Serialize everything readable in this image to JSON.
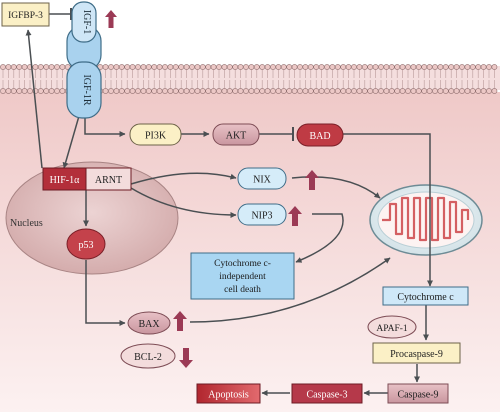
{
  "nodes": {
    "igfbp3": "IGFBP-3",
    "igf1": "IGF-1",
    "igf1r": "IGF-1R",
    "pi3k": "PI3K",
    "akt": "AKT",
    "bad": "BAD",
    "hif1a": "HIF-1α",
    "arnt": "ARNT",
    "nucleus": "Nucleus",
    "p53": "p53",
    "nix": "NIX",
    "nip3": "NIP3",
    "cyto_death_line1": "Cytochrome c-",
    "cyto_death_line2": "independent",
    "cyto_death_line3": "cell death",
    "bax": "BAX",
    "bcl2": "BCL-2",
    "cytochrome_c": "Cytochrome c",
    "apaf1": "APAF-1",
    "procaspase9": "Procaspase-9",
    "caspase9": "Caspase-9",
    "caspase3": "Caspase-3",
    "apoptosis": "Apoptosis"
  },
  "regulation": {
    "igf1": "up",
    "nix": "up",
    "nip3": "up",
    "bax": "up",
    "bcl2": "down"
  },
  "colors": {
    "membrane_head": "#ecc8c6",
    "cytoplasm_top": "#f0cdcd",
    "cytoplasm_bottom": "#fbeeee",
    "up_down_arrow": "#9b3a55",
    "pathway_arrow": "#4a4f52",
    "cream_box": "#fbf0c6",
    "blue_box": "#b6dcf4",
    "red_box": "#c2343a",
    "nucleus": "#dcb7b7"
  }
}
